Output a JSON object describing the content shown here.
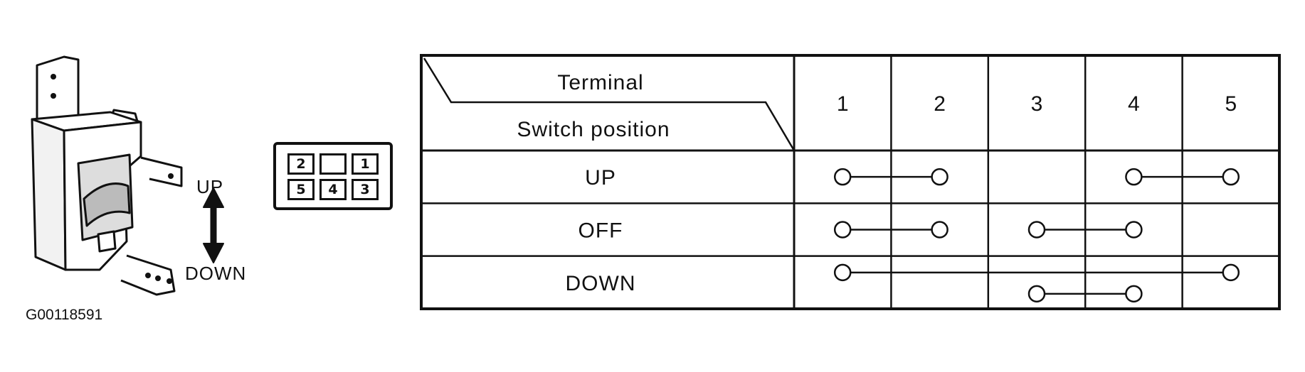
{
  "switch_labels": {
    "up": "UP",
    "down": "DOWN"
  },
  "connector_pins": [
    "2",
    "",
    "1",
    "5",
    "4",
    "3"
  ],
  "table": {
    "header_top": "Terminal",
    "header_bottom": "Switch position",
    "terminals": [
      "1",
      "2",
      "3",
      "4",
      "5"
    ],
    "rows": [
      {
        "position": "UP",
        "connections": [
          [
            1,
            2
          ],
          [
            4,
            5
          ]
        ]
      },
      {
        "position": "OFF",
        "connections": [
          [
            1,
            2
          ],
          [
            3,
            4
          ]
        ]
      },
      {
        "position": "DOWN",
        "connections": [
          [
            1,
            5
          ],
          [
            3,
            4
          ]
        ]
      }
    ]
  },
  "diagram_id": "G00118591"
}
